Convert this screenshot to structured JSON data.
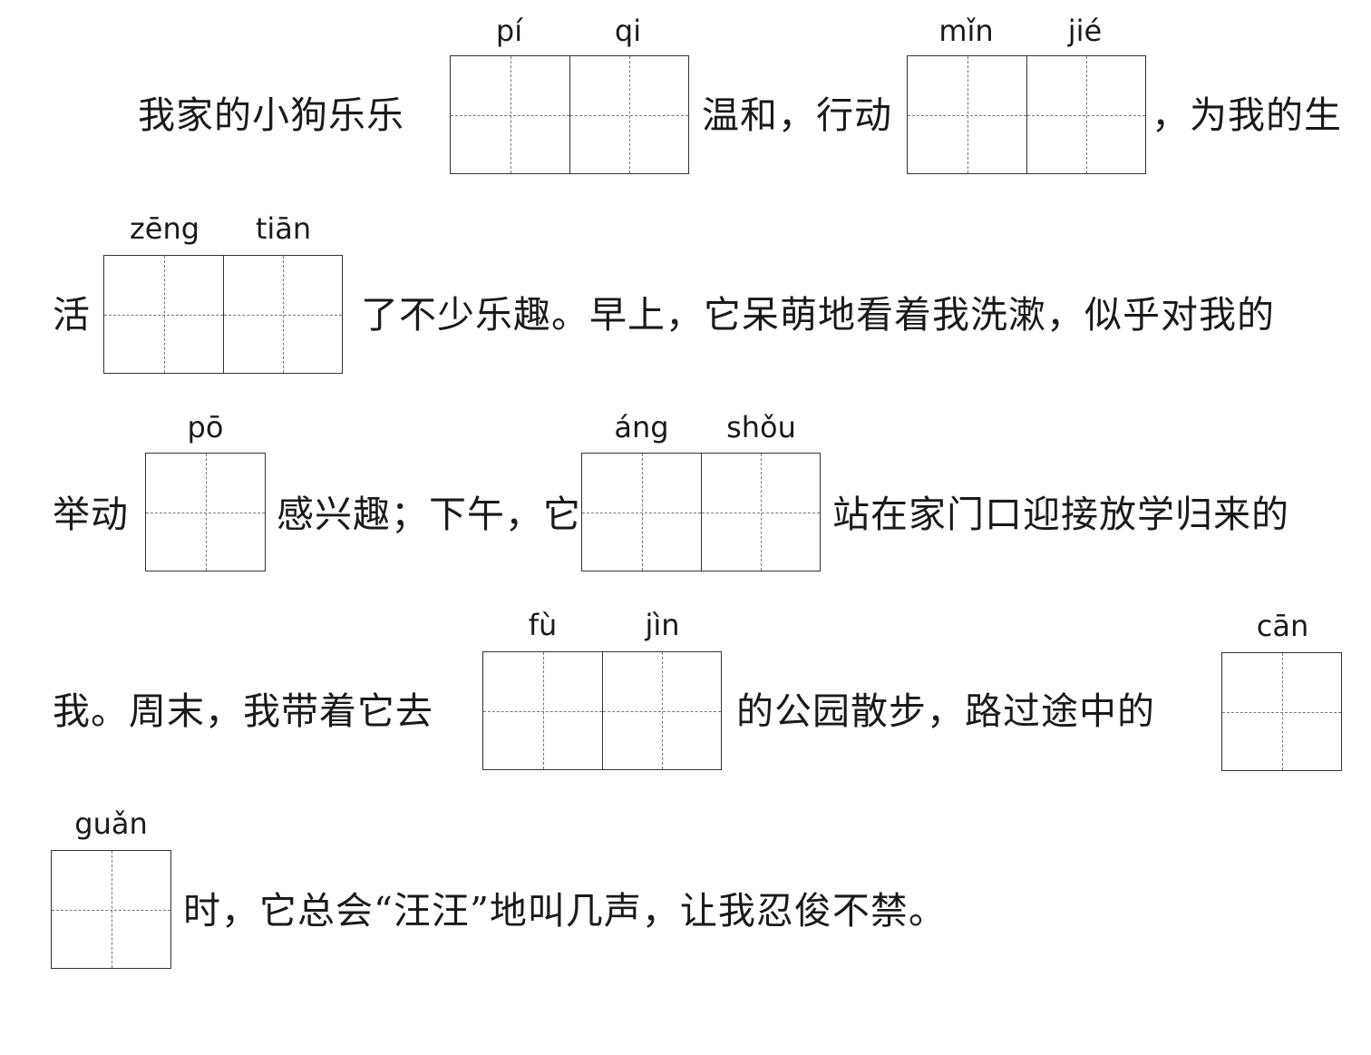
{
  "lines": [
    {
      "segments": [
        "我家的小狗乐乐",
        "温和，行动",
        "，为我的生"
      ]
    },
    {
      "segments": [
        "活",
        "了不少乐趣。早上，它呆萌地看着我洗漱，似乎对我的"
      ]
    },
    {
      "segments": [
        "举动",
        "感兴趣；下午，它",
        "站在家门口迎接放学归来的"
      ]
    },
    {
      "segments": [
        "我。周末，我带着它去",
        "的公园散步，路过途中的"
      ]
    },
    {
      "segments": [
        "时，它总会“汪汪”地叫几声，让我忍俊不禁。"
      ]
    }
  ],
  "blanks": [
    {
      "pinyin": [
        "pí",
        "qi"
      ]
    },
    {
      "pinyin": [
        "mǐn",
        "jié"
      ]
    },
    {
      "pinyin": [
        "zēng",
        "tiān"
      ]
    },
    {
      "pinyin": [
        "pō"
      ]
    },
    {
      "pinyin": [
        "áng",
        "shǒu"
      ]
    },
    {
      "pinyin": [
        "fù",
        "jìn"
      ]
    },
    {
      "pinyin": [
        "cān"
      ]
    },
    {
      "pinyin": [
        "guǎn"
      ]
    }
  ]
}
